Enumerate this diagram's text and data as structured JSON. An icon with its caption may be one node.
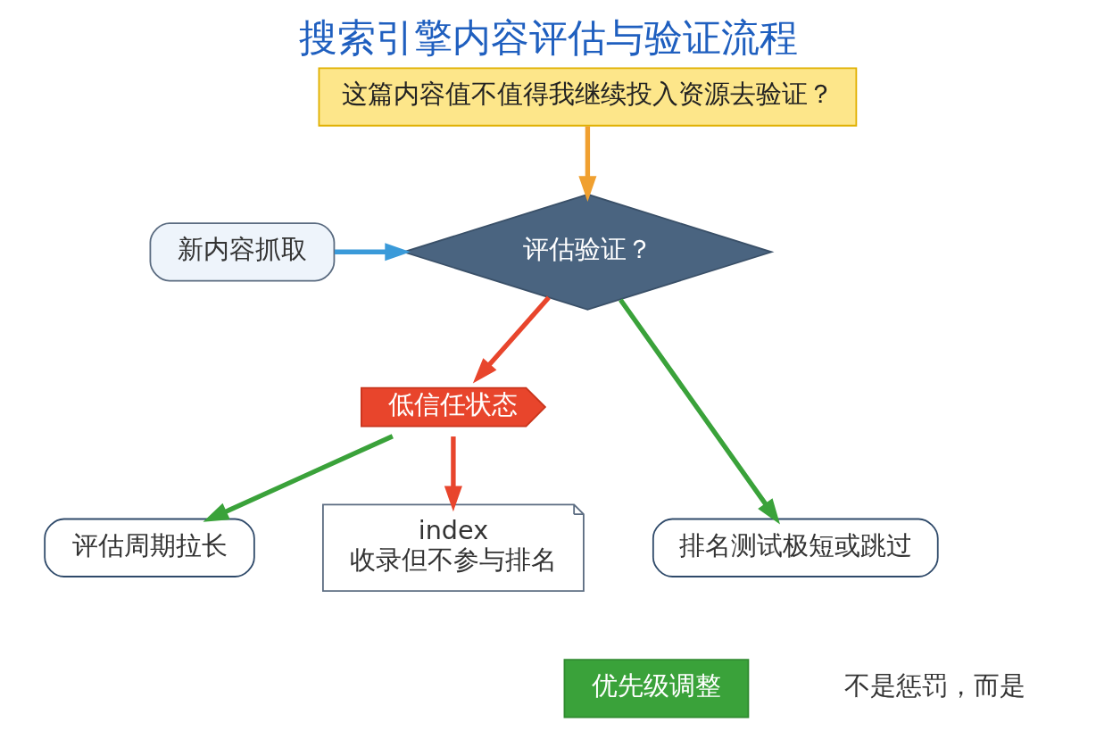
{
  "diagram": {
    "title": "搜索引擎内容评估与验证流程",
    "nodes": [
      {
        "text": [
          "这篇内容值不值得我继续投入资源去验证？"
        ]
      },
      {
        "text": [
          "新内容抓取"
        ]
      },
      {
        "text": [
          "评估验证？"
        ]
      },
      {
        "text": [
          "低信任状态"
        ]
      },
      {
        "text": [
          "评估周期拉长"
        ]
      },
      {
        "text": [
          "排名测试极短或跳过"
        ]
      },
      {
        "text": [
          "index",
          "收录但不参与排名"
        ]
      },
      {
        "text": [
          "优先级调整"
        ]
      }
    ],
    "edges": [
      {
        "from": 0,
        "to": 2,
        "arrow": "to",
        "color": "#f0a030"
      },
      {
        "from": 1,
        "to": 2,
        "arrow": "to",
        "color": "#3a9ad9"
      },
      {
        "from": 2,
        "to": 3,
        "arrow": "to",
        "color": "#e8452c"
      },
      {
        "from": 2,
        "to": 5,
        "arrow": "to",
        "color": "#3aa23a"
      },
      {
        "from": 3,
        "to": 4,
        "arrow": "to",
        "color": "#3aa23a"
      },
      {
        "from": 3,
        "to": 6,
        "arrow": "to",
        "color": "#e8452c"
      }
    ],
    "labels": [
      "不是惩罚，而是"
    ]
  }
}
